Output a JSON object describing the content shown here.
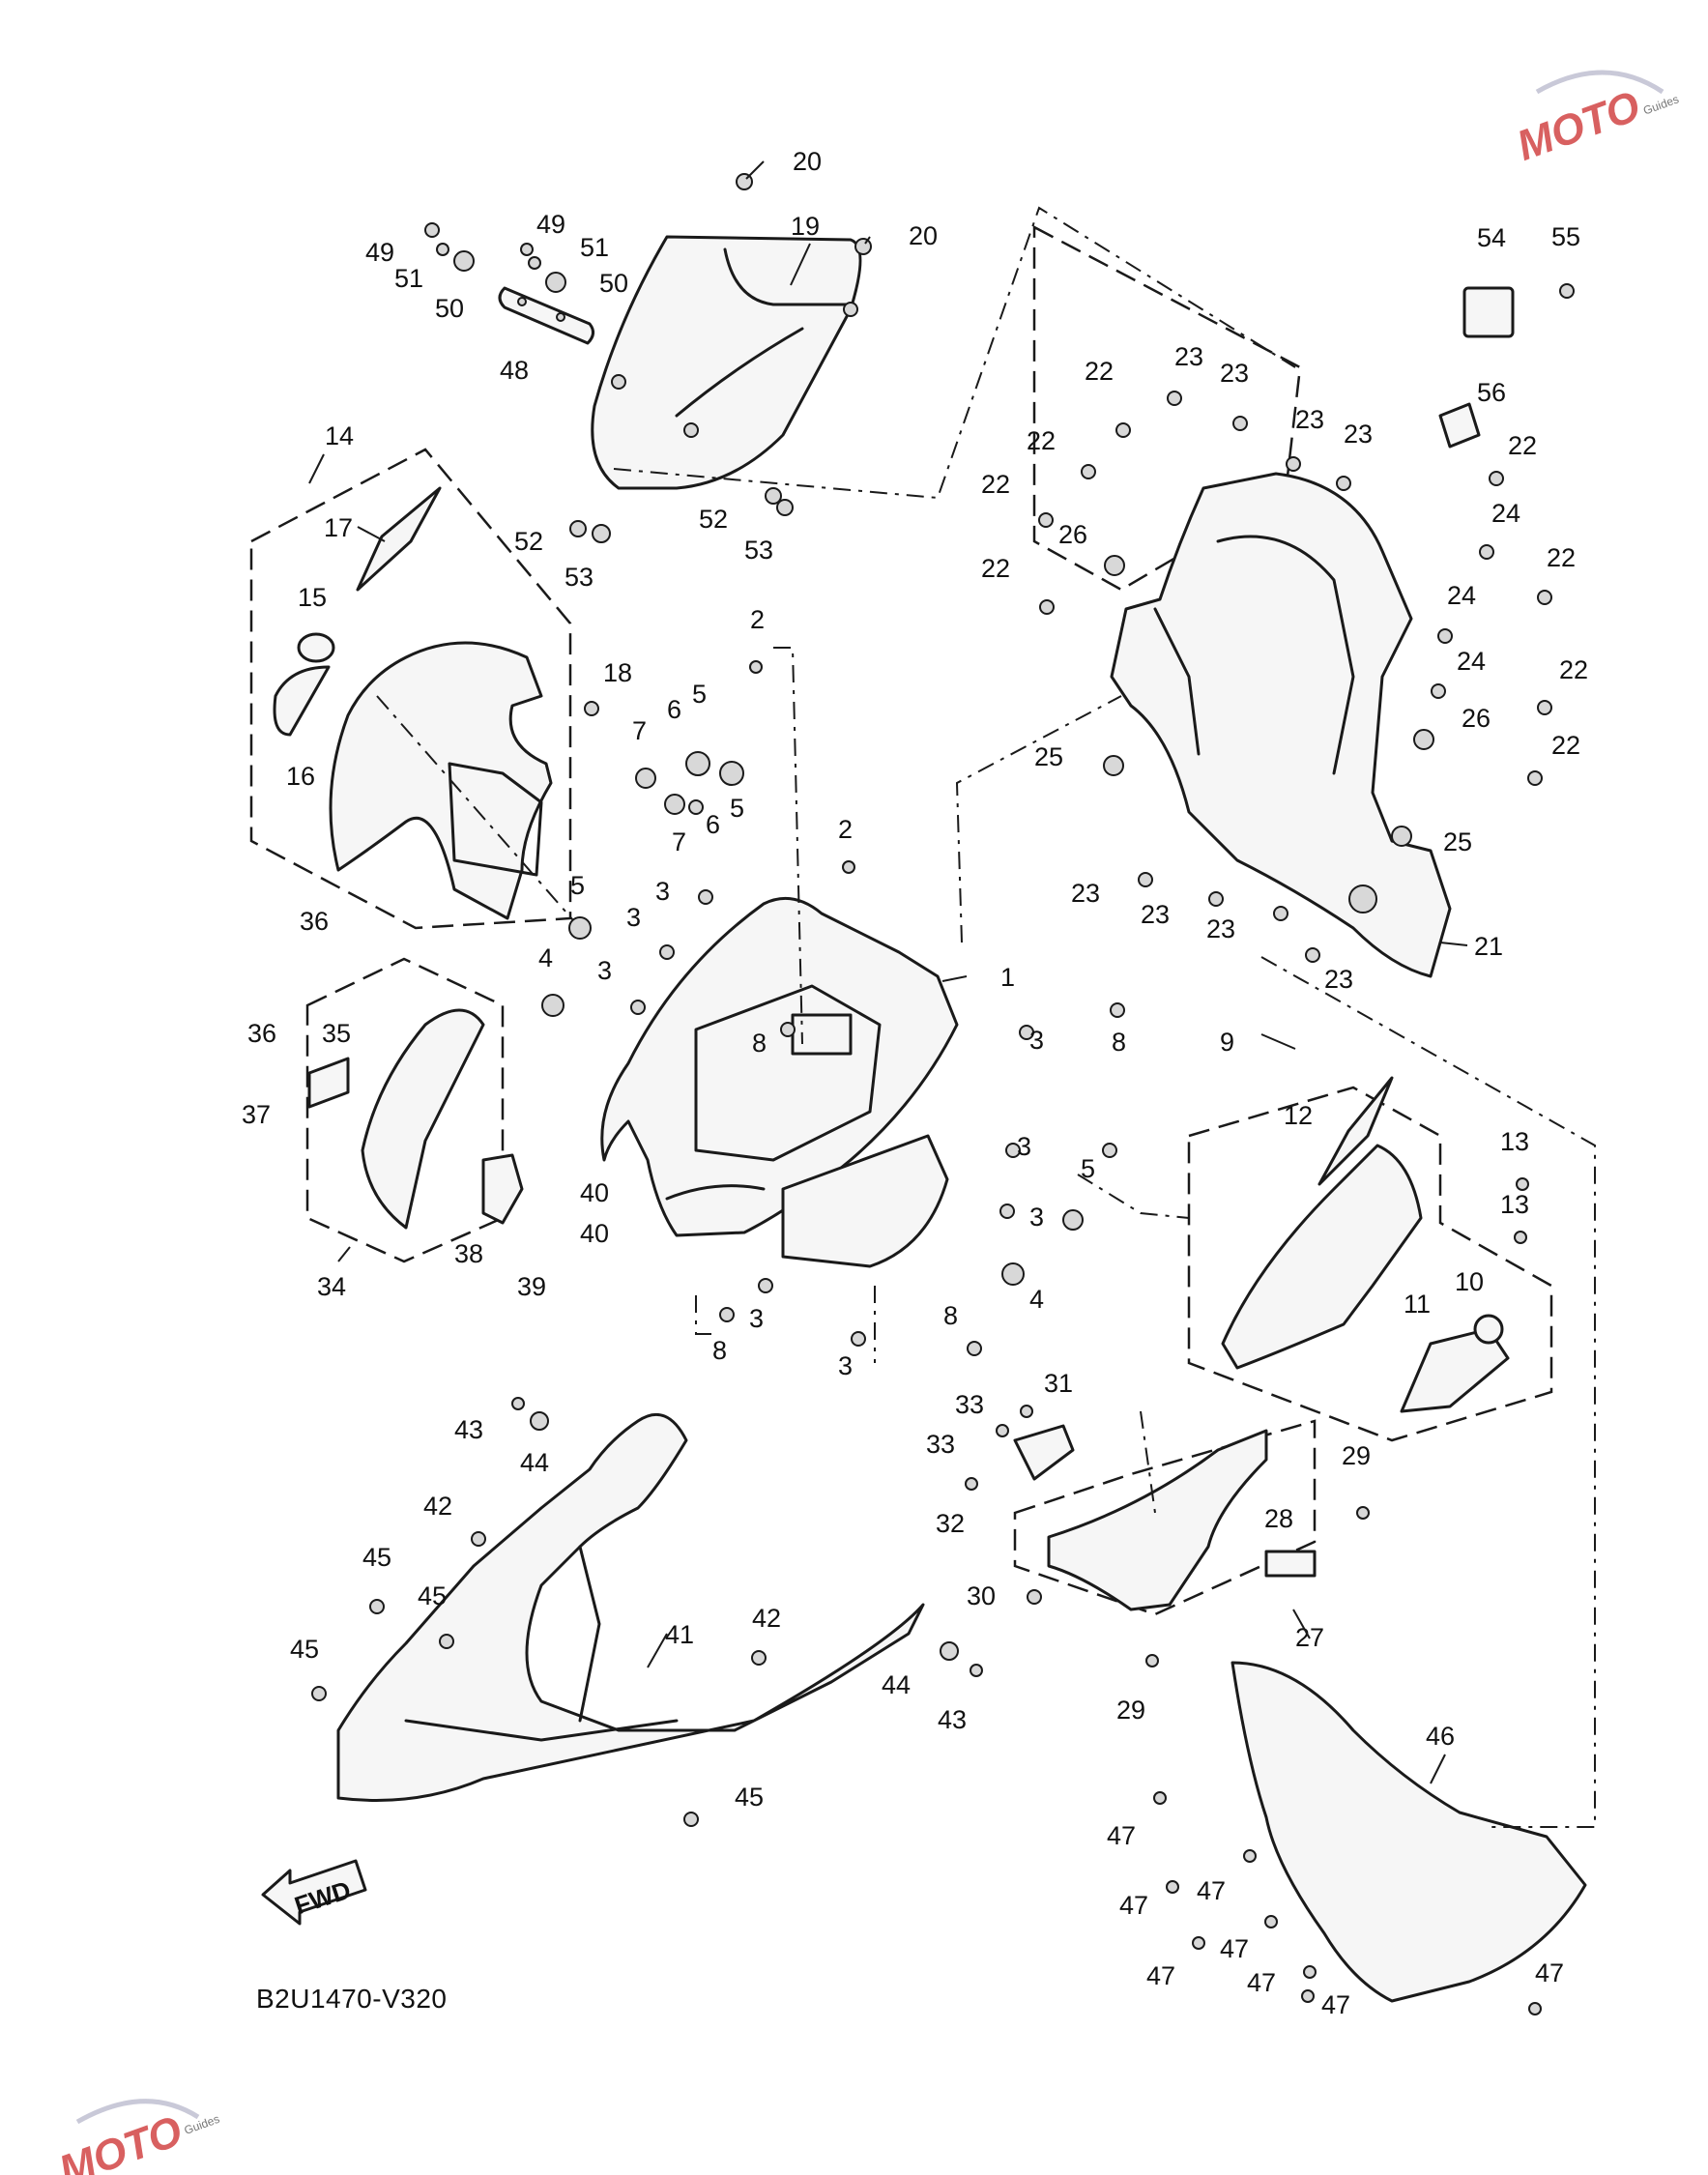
{
  "diagram_code": "B2U1470-V320",
  "direction_arrow_label": "FWD",
  "watermark": {
    "text": "MOTO",
    "sub": "Guides",
    "color": "#cc2b2b"
  },
  "callouts": {
    "p1": "1",
    "p2": "2",
    "p3": "3",
    "p4": "4",
    "p5": "5",
    "p6": "6",
    "p7": "7",
    "p8": "8",
    "p9": "9",
    "p10": "10",
    "p11": "11",
    "p12": "12",
    "p13": "13",
    "p14": "14",
    "p15": "15",
    "p16": "16",
    "p17": "17",
    "p18": "18",
    "p19": "19",
    "p20": "20",
    "p21": "21",
    "p22": "22",
    "p23": "23",
    "p24": "24",
    "p25": "25",
    "p26": "26",
    "p27": "27",
    "p28": "28",
    "p29": "29",
    "p30": "30",
    "p31": "31",
    "p32": "32",
    "p33": "33",
    "p34": "34",
    "p35": "35",
    "p36": "36",
    "p37": "37",
    "p38": "38",
    "p39": "39",
    "p40": "40",
    "p41": "41",
    "p42": "42",
    "p43": "43",
    "p44": "44",
    "p45": "45",
    "p46": "46",
    "p47": "47",
    "p48": "48",
    "p49": "49",
    "p50": "50",
    "p51": "51",
    "p52": "52",
    "p53": "53",
    "p54": "54",
    "p55": "55",
    "p56": "56"
  }
}
